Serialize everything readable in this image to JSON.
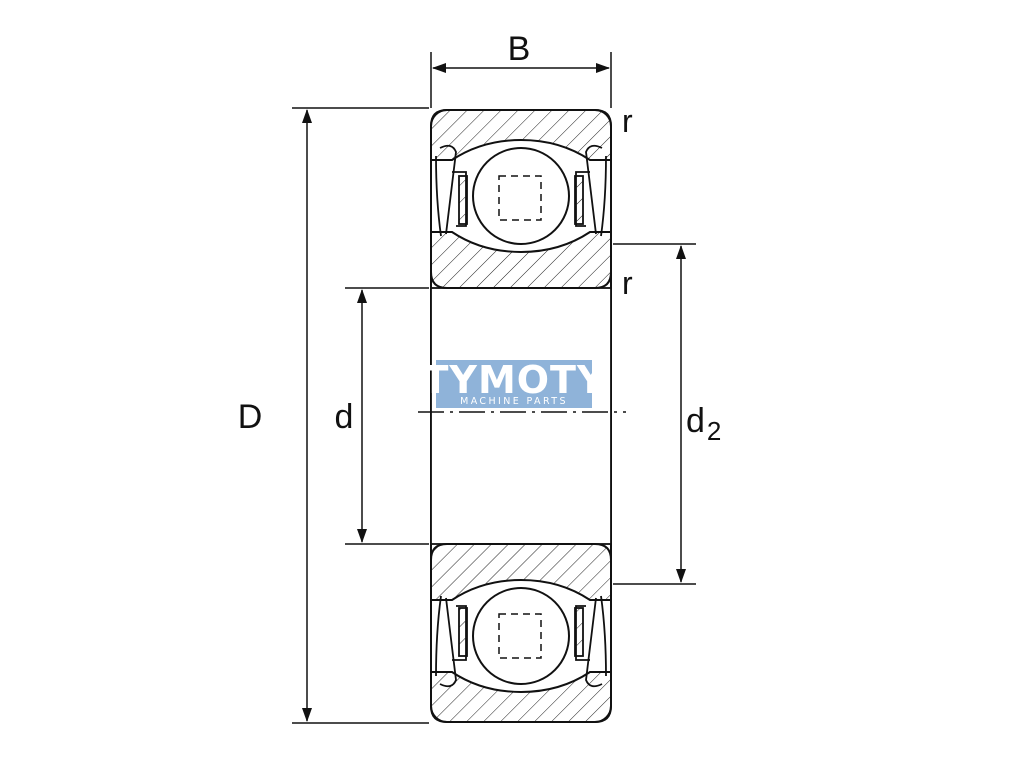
{
  "labels": {
    "width": "B",
    "outer_diameter": "D",
    "bore_diameter": "d",
    "d2_main": "d",
    "d2_sub": "2",
    "radius_top": "r",
    "radius_mid": "r"
  },
  "watermark": {
    "name": "TYMOTY",
    "tagline": "MACHINE PARTS",
    "color": "#8fb3d9"
  },
  "colors": {
    "line": "#111111",
    "background": "#ffffff"
  }
}
